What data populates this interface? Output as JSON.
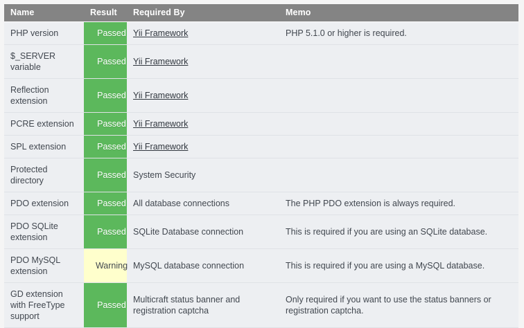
{
  "table": {
    "columns": [
      {
        "key": "name",
        "label": "Name"
      },
      {
        "key": "result",
        "label": "Result"
      },
      {
        "key": "reqby",
        "label": "Required By"
      },
      {
        "key": "memo",
        "label": "Memo"
      }
    ],
    "status_colors": {
      "passed_bg": "#5cb85c",
      "passed_text": "#ffffff",
      "warning_bg": "#ffffcc",
      "warning_text": "#41474f",
      "header_bg": "#848484",
      "header_text": "#ffffff",
      "row_bg": "#edeff2",
      "page_bg": "#f5f5f5"
    },
    "rows": [
      {
        "name": "PHP version",
        "result": "Passed",
        "status": "passed",
        "reqby": "Yii Framework",
        "reqby_is_link": true,
        "memo": "PHP 5.1.0 or higher is required."
      },
      {
        "name": "$_SERVER variable",
        "result": "Passed",
        "status": "passed",
        "reqby": "Yii Framework",
        "reqby_is_link": true,
        "memo": ""
      },
      {
        "name": "Reflection extension",
        "result": "Passed",
        "status": "passed",
        "reqby": "Yii Framework",
        "reqby_is_link": true,
        "memo": ""
      },
      {
        "name": "PCRE extension",
        "result": "Passed",
        "status": "passed",
        "reqby": "Yii Framework",
        "reqby_is_link": true,
        "memo": ""
      },
      {
        "name": "SPL extension",
        "result": "Passed",
        "status": "passed",
        "reqby": "Yii Framework",
        "reqby_is_link": true,
        "memo": ""
      },
      {
        "name": "Protected directory",
        "result": "Passed",
        "status": "passed",
        "reqby": "System Security",
        "reqby_is_link": false,
        "memo": ""
      },
      {
        "name": "PDO extension",
        "result": "Passed",
        "status": "passed",
        "reqby": "All database connections",
        "reqby_is_link": false,
        "memo": "The PHP PDO extension is always required."
      },
      {
        "name": "PDO SQLite extension",
        "result": "Passed",
        "status": "passed",
        "reqby": "SQLite Database connection",
        "reqby_is_link": false,
        "memo": "This is required if you are using an SQLite database."
      },
      {
        "name": "PDO MySQL extension",
        "result": "Warning",
        "status": "warning",
        "reqby": "MySQL database connection",
        "reqby_is_link": false,
        "memo": "This is required if you are using a MySQL database."
      },
      {
        "name": "GD extension with FreeType support",
        "result": "Passed",
        "status": "passed",
        "reqby": "Multicraft status banner and registration captcha",
        "reqby_is_link": false,
        "memo": "Only required if you want to use the status banners or registration captcha."
      }
    ]
  }
}
